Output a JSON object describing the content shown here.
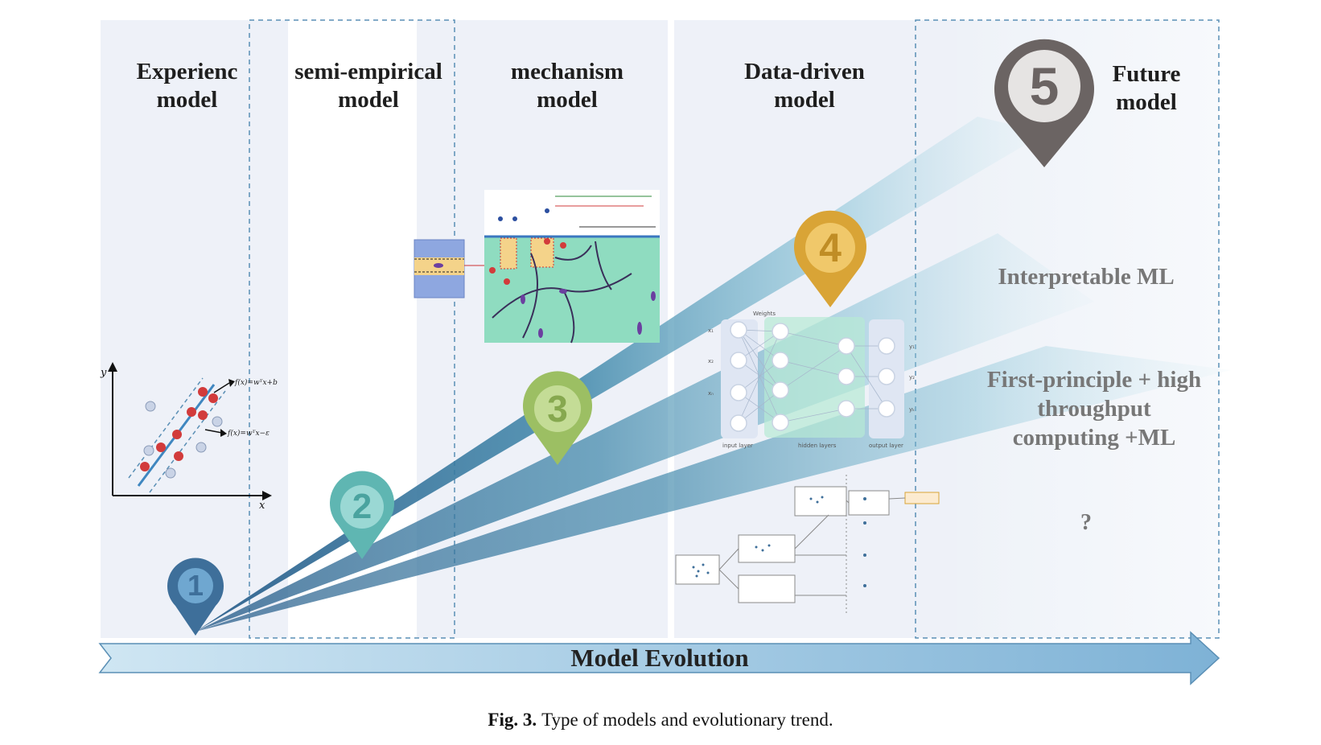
{
  "columns": [
    {
      "title_line1": "Experienc",
      "title_line2": "model"
    },
    {
      "title_line1": "semi-empirical",
      "title_line2": "model"
    },
    {
      "title_line1": "mechanism",
      "title_line2": "model"
    },
    {
      "title_line1": "Data-driven",
      "title_line2": "model"
    },
    {
      "title_line1": "Future",
      "title_line2": "model"
    }
  ],
  "markers": [
    "1",
    "2",
    "3",
    "4",
    "5"
  ],
  "marker_colors": {
    "m1": "#3e6f9a",
    "m2": "#5fb6b2",
    "m3": "#9cbf63",
    "m4": "#d9a436",
    "m5": "#6b6463"
  },
  "future_trends": {
    "interpretable": "Interpretable ML",
    "first_principle_line1": "First-principle + high",
    "first_principle_line2": "throughput",
    "first_principle_line3": "computing +ML",
    "unknown": "?"
  },
  "svm_plot": {
    "f_upper": "f(x)=wᵀx+b",
    "f_lower": "f(x)=wᵀx−ε",
    "y_axis": "y",
    "x_axis": "x"
  },
  "neural_net": {
    "weights_label": "Weights",
    "input_layer": "input layer",
    "hidden_layers": "hidden layers",
    "output_layer": "output layer",
    "x1": "x₁",
    "x2": "x₂",
    "xn": "xₙ",
    "y1": "y₁",
    "y2": "y₂",
    "yk": "yₖ"
  },
  "arrow_label": "Model Evolution",
  "caption": {
    "label": "Fig. 3.",
    "text": "Type of models and evolutionary trend."
  }
}
